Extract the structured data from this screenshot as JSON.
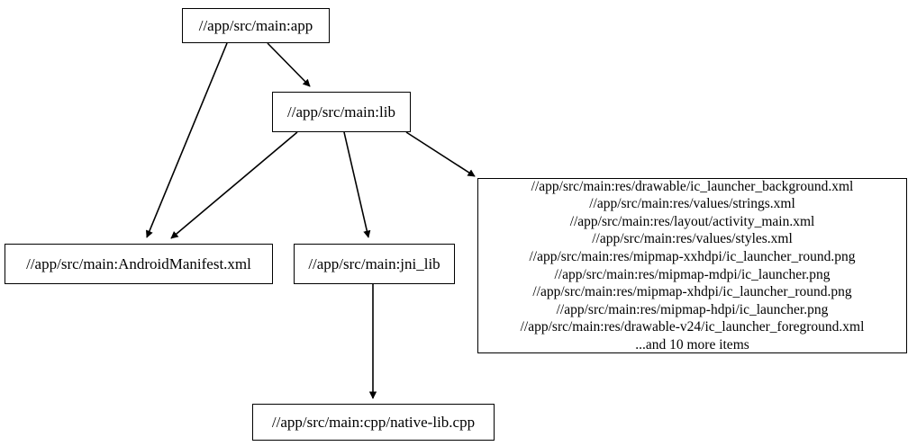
{
  "graph": {
    "type": "directed-dependency-graph",
    "background_color": "#ffffff",
    "node_border_color": "#000000",
    "edge_color": "#000000",
    "text_color": "#000000",
    "nodes": [
      {
        "id": "app",
        "label": "//app/src/main:app",
        "lines": [
          "//app/src/main:app"
        ]
      },
      {
        "id": "lib",
        "label": "//app/src/main:lib",
        "lines": [
          "//app/src/main:lib"
        ]
      },
      {
        "id": "manifest",
        "label": "//app/src/main:AndroidManifest.xml",
        "lines": [
          "//app/src/main:AndroidManifest.xml"
        ]
      },
      {
        "id": "jni_lib",
        "label": "//app/src/main:jni_lib",
        "lines": [
          "//app/src/main:jni_lib"
        ]
      },
      {
        "id": "resources",
        "label": "//app/src/main:res/drawable/ic_launcher_background.xml\n//app/src/main:res/values/strings.xml\n//app/src/main:res/layout/activity_main.xml\n//app/src/main:res/values/styles.xml\n//app/src/main:res/mipmap-xxhdpi/ic_launcher_round.png\n//app/src/main:res/mipmap-mdpi/ic_launcher.png\n//app/src/main:res/mipmap-xhdpi/ic_launcher_round.png\n//app/src/main:res/mipmap-hdpi/ic_launcher.png\n//app/src/main:res/drawable-v24/ic_launcher_foreground.xml\n...and 10 more items",
        "lines": [
          "//app/src/main:res/drawable/ic_launcher_background.xml",
          "//app/src/main:res/values/strings.xml",
          "//app/src/main:res/layout/activity_main.xml",
          "//app/src/main:res/values/styles.xml",
          "//app/src/main:res/mipmap-xxhdpi/ic_launcher_round.png",
          "//app/src/main:res/mipmap-mdpi/ic_launcher.png",
          "//app/src/main:res/mipmap-xhdpi/ic_launcher_round.png",
          "//app/src/main:res/mipmap-hdpi/ic_launcher.png",
          "//app/src/main:res/drawable-v24/ic_launcher_foreground.xml",
          "...and 10 more items"
        ],
        "overflow_note": "...and 10 more items"
      },
      {
        "id": "native_lib_cpp",
        "label": "//app/src/main:cpp/native-lib.cpp",
        "lines": [
          "//app/src/main:cpp/native-lib.cpp"
        ]
      }
    ],
    "edges": [
      {
        "from": "app",
        "to": "lib"
      },
      {
        "from": "app",
        "to": "manifest"
      },
      {
        "from": "lib",
        "to": "manifest"
      },
      {
        "from": "lib",
        "to": "jni_lib"
      },
      {
        "from": "lib",
        "to": "resources"
      },
      {
        "from": "jni_lib",
        "to": "native_lib_cpp"
      }
    ]
  }
}
